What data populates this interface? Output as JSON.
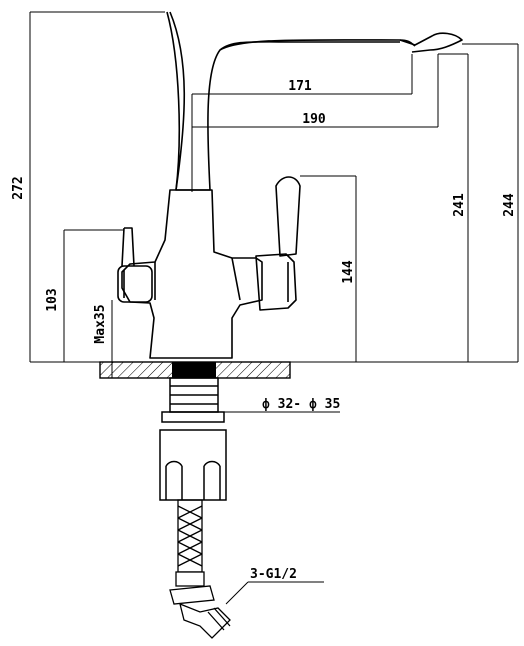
{
  "dimensions": {
    "total_height": "272",
    "spout_reach_1": "171",
    "spout_reach_2": "190",
    "spout_height_1": "241",
    "spout_height_2": "244",
    "handle_height": "144",
    "side_handle_height": "103",
    "max_counter_thickness": "Max35",
    "mounting_hole": "ф 32- ф 35",
    "connection": "3-G1/2"
  },
  "colors": {
    "line": "#000000",
    "background": "#ffffff",
    "hatch_fill": "#ffffff"
  }
}
